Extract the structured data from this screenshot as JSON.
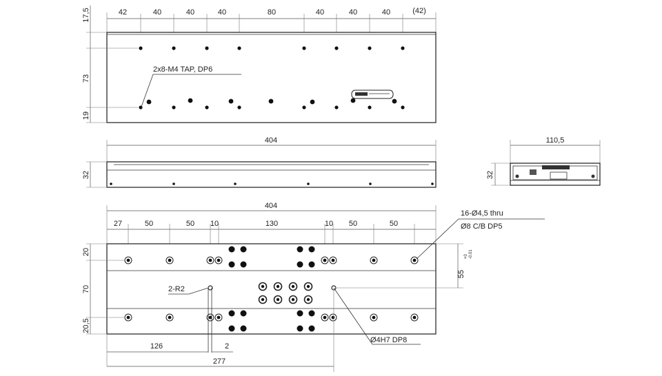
{
  "top_view": {
    "dims_top": [
      "42",
      "40",
      "40",
      "40",
      "80",
      "40",
      "40",
      "40",
      "(42)"
    ],
    "dims_left": [
      "17,5",
      "73",
      "19"
    ],
    "tap_note": "2x8-M4 TAP, DP6"
  },
  "side_view": {
    "length": "404",
    "height": "32"
  },
  "end_view": {
    "width": "110,5",
    "height": "32"
  },
  "bottom_view": {
    "overall": "404",
    "dims_top": [
      "27",
      "50",
      "50",
      "10",
      "130",
      "10",
      "50",
      "50"
    ],
    "dims_left": [
      "20",
      "70",
      "20,5"
    ],
    "hole_note_line1": "16-Ø4,5 thru",
    "hole_note_line2": "Ø8 C/B DP5",
    "radius_note": "2-R2",
    "dowel_note": "Ø4H7 DP8",
    "dim_126": "126",
    "dim_2": "2",
    "dim_277": "277",
    "dim_55": "55",
    "tol_upper": "+0",
    "tol_lower": "-0.01"
  }
}
